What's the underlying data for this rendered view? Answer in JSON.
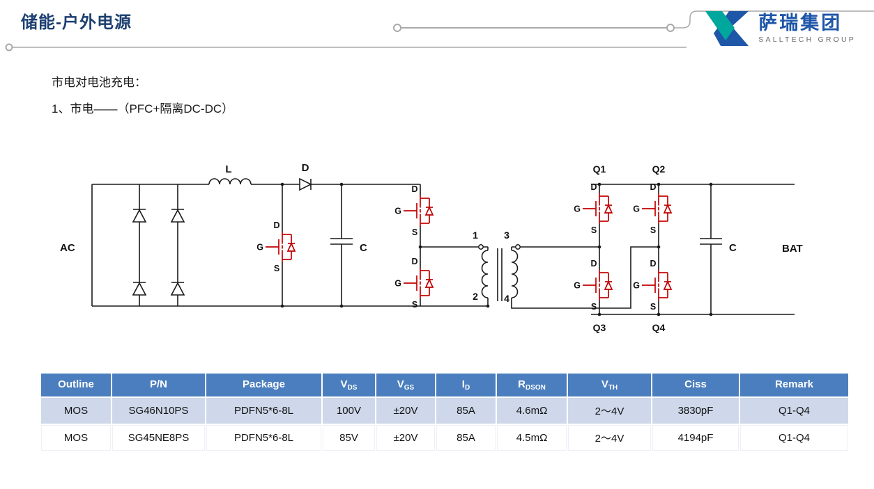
{
  "header": {
    "title": "储能-户外电源",
    "logo_cn": "萨瑞集团",
    "logo_en": "SALLTECH GROUP"
  },
  "intro": {
    "line1": "市电对电池充电：",
    "line2": "1、市电——（PFC+隔离DC-DC）"
  },
  "circuit": {
    "labels": {
      "ac": "AC",
      "bat": "BAT",
      "inductor": "L",
      "boost_diode": "D",
      "bus_cap": "C",
      "out_cap": "C",
      "q1": "Q1",
      "q2": "Q2",
      "q3": "Q3",
      "q4": "Q4",
      "pin1": "1",
      "pin2": "2",
      "pin3": "3",
      "pin4": "4"
    },
    "mosfet_pins": {
      "gate": "G",
      "drain": "D",
      "source": "S"
    }
  },
  "table": {
    "headers": [
      {
        "main": "Outline",
        "sub": ""
      },
      {
        "main": "P/N",
        "sub": ""
      },
      {
        "main": "Package",
        "sub": ""
      },
      {
        "main": "V",
        "sub": "DS"
      },
      {
        "main": "V",
        "sub": "GS"
      },
      {
        "main": "I",
        "sub": "D"
      },
      {
        "main": "R",
        "sub": "DSON"
      },
      {
        "main": "V",
        "sub": "TH"
      },
      {
        "main": "Ciss",
        "sub": ""
      },
      {
        "main": "Remark",
        "sub": ""
      }
    ],
    "rows": [
      {
        "cells": [
          "MOS",
          "SG46N10PS",
          "PDFN5*6-8L",
          "100V",
          "±20V",
          "85A",
          "4.6mΩ",
          "2～4V",
          "3830pF",
          "Q1-Q4"
        ]
      },
      {
        "cells": [
          "MOS",
          "SG45NE8PS",
          "PDFN5*6-8L",
          "85V",
          "±20V",
          "85A",
          "4.5mΩ",
          "2～4V",
          "4194pF",
          "Q1-Q4"
        ]
      }
    ]
  },
  "colors": {
    "accent": "#1d4071",
    "table_header": "#4b7ebe",
    "table_band": "#ced8ea",
    "mosfet": "#c00000",
    "wire": "#1a1a1a",
    "logo_teal": "#00a79d",
    "logo_blue": "#1e56a8"
  }
}
